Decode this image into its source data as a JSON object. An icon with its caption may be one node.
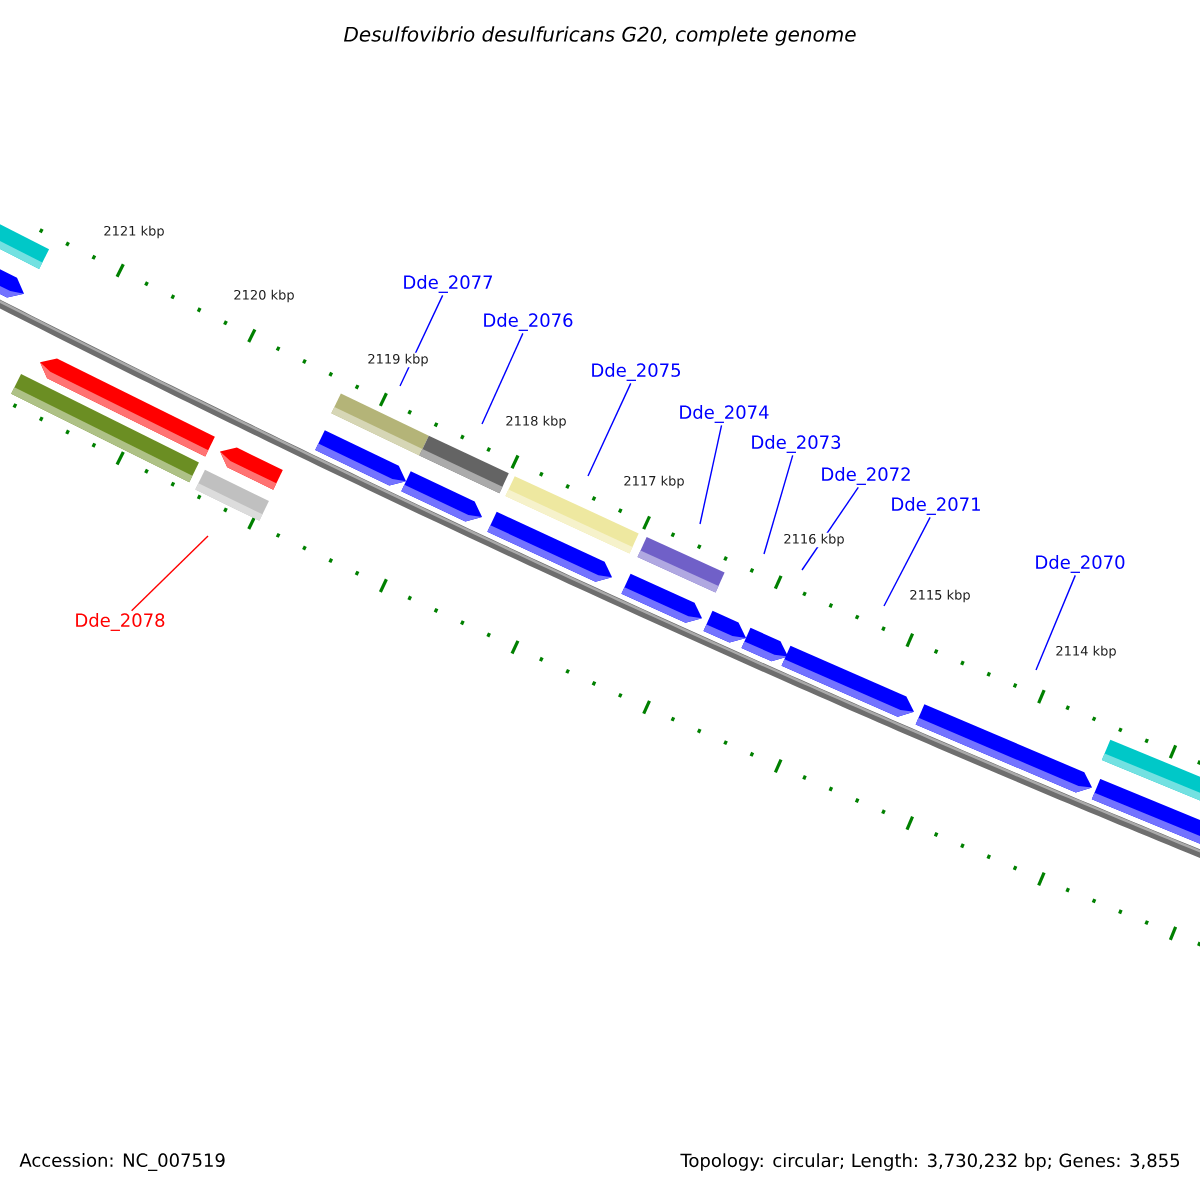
{
  "diagram": {
    "title": "Desulfovibrio desulfuricans G20, complete genome",
    "nodes": [
      {
        "text": [
          "Dde_2077"
        ]
      },
      {
        "text": [
          "Dde_2076"
        ]
      },
      {
        "text": [
          "Dde_2075"
        ]
      },
      {
        "text": [
          "Dde_2074"
        ]
      },
      {
        "text": [
          "Dde_2073"
        ]
      },
      {
        "text": [
          "Dde_2072"
        ]
      },
      {
        "text": [
          "Dde_2071"
        ]
      },
      {
        "text": [
          "Dde_2070"
        ]
      },
      {
        "text": [
          "Dde_2078"
        ]
      }
    ],
    "edges": [
      {
        "from": 0,
        "to": null,
        "arrow": "none"
      },
      {
        "from": 1,
        "to": null,
        "arrow": "none"
      },
      {
        "from": 2,
        "to": null,
        "arrow": "none"
      },
      {
        "from": 3,
        "to": null,
        "arrow": "none"
      },
      {
        "from": 4,
        "to": null,
        "arrow": "none"
      },
      {
        "from": 5,
        "to": null,
        "arrow": "none"
      },
      {
        "from": 6,
        "to": null,
        "arrow": "none"
      },
      {
        "from": 7,
        "to": null,
        "arrow": "none"
      },
      {
        "from": 8,
        "to": null,
        "arrow": "none",
        "color": "#ff0000"
      }
    ],
    "labels": [
      "2121 kbp",
      "2120 kbp",
      "2119 kbp",
      "2118 kbp",
      "2117 kbp",
      "2116 kbp",
      "2115 kbp",
      "2114 kbp",
      "Accession: NC_007519",
      "Topology: circular; Length: 3,730,232 bp; Genes: 3,855"
    ]
  }
}
